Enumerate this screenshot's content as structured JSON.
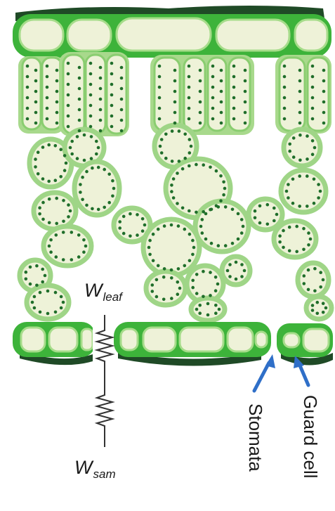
{
  "labels": {
    "w_leaf_main": "W",
    "w_leaf_sub": "leaf",
    "w_sam_main": "W",
    "w_sam_sub": "sam",
    "stomata": "Stomata",
    "guard_cell": "Guard cell"
  },
  "colors": {
    "cell_fill": "#eef2d8",
    "cell_wall": "#92d07a",
    "epidermis_outline": "#3db33a",
    "cuticle": "#1f4a26",
    "chloroplast": "#1f6e2a",
    "arrow": "#2f6fc8",
    "resistor": "#333333"
  }
}
